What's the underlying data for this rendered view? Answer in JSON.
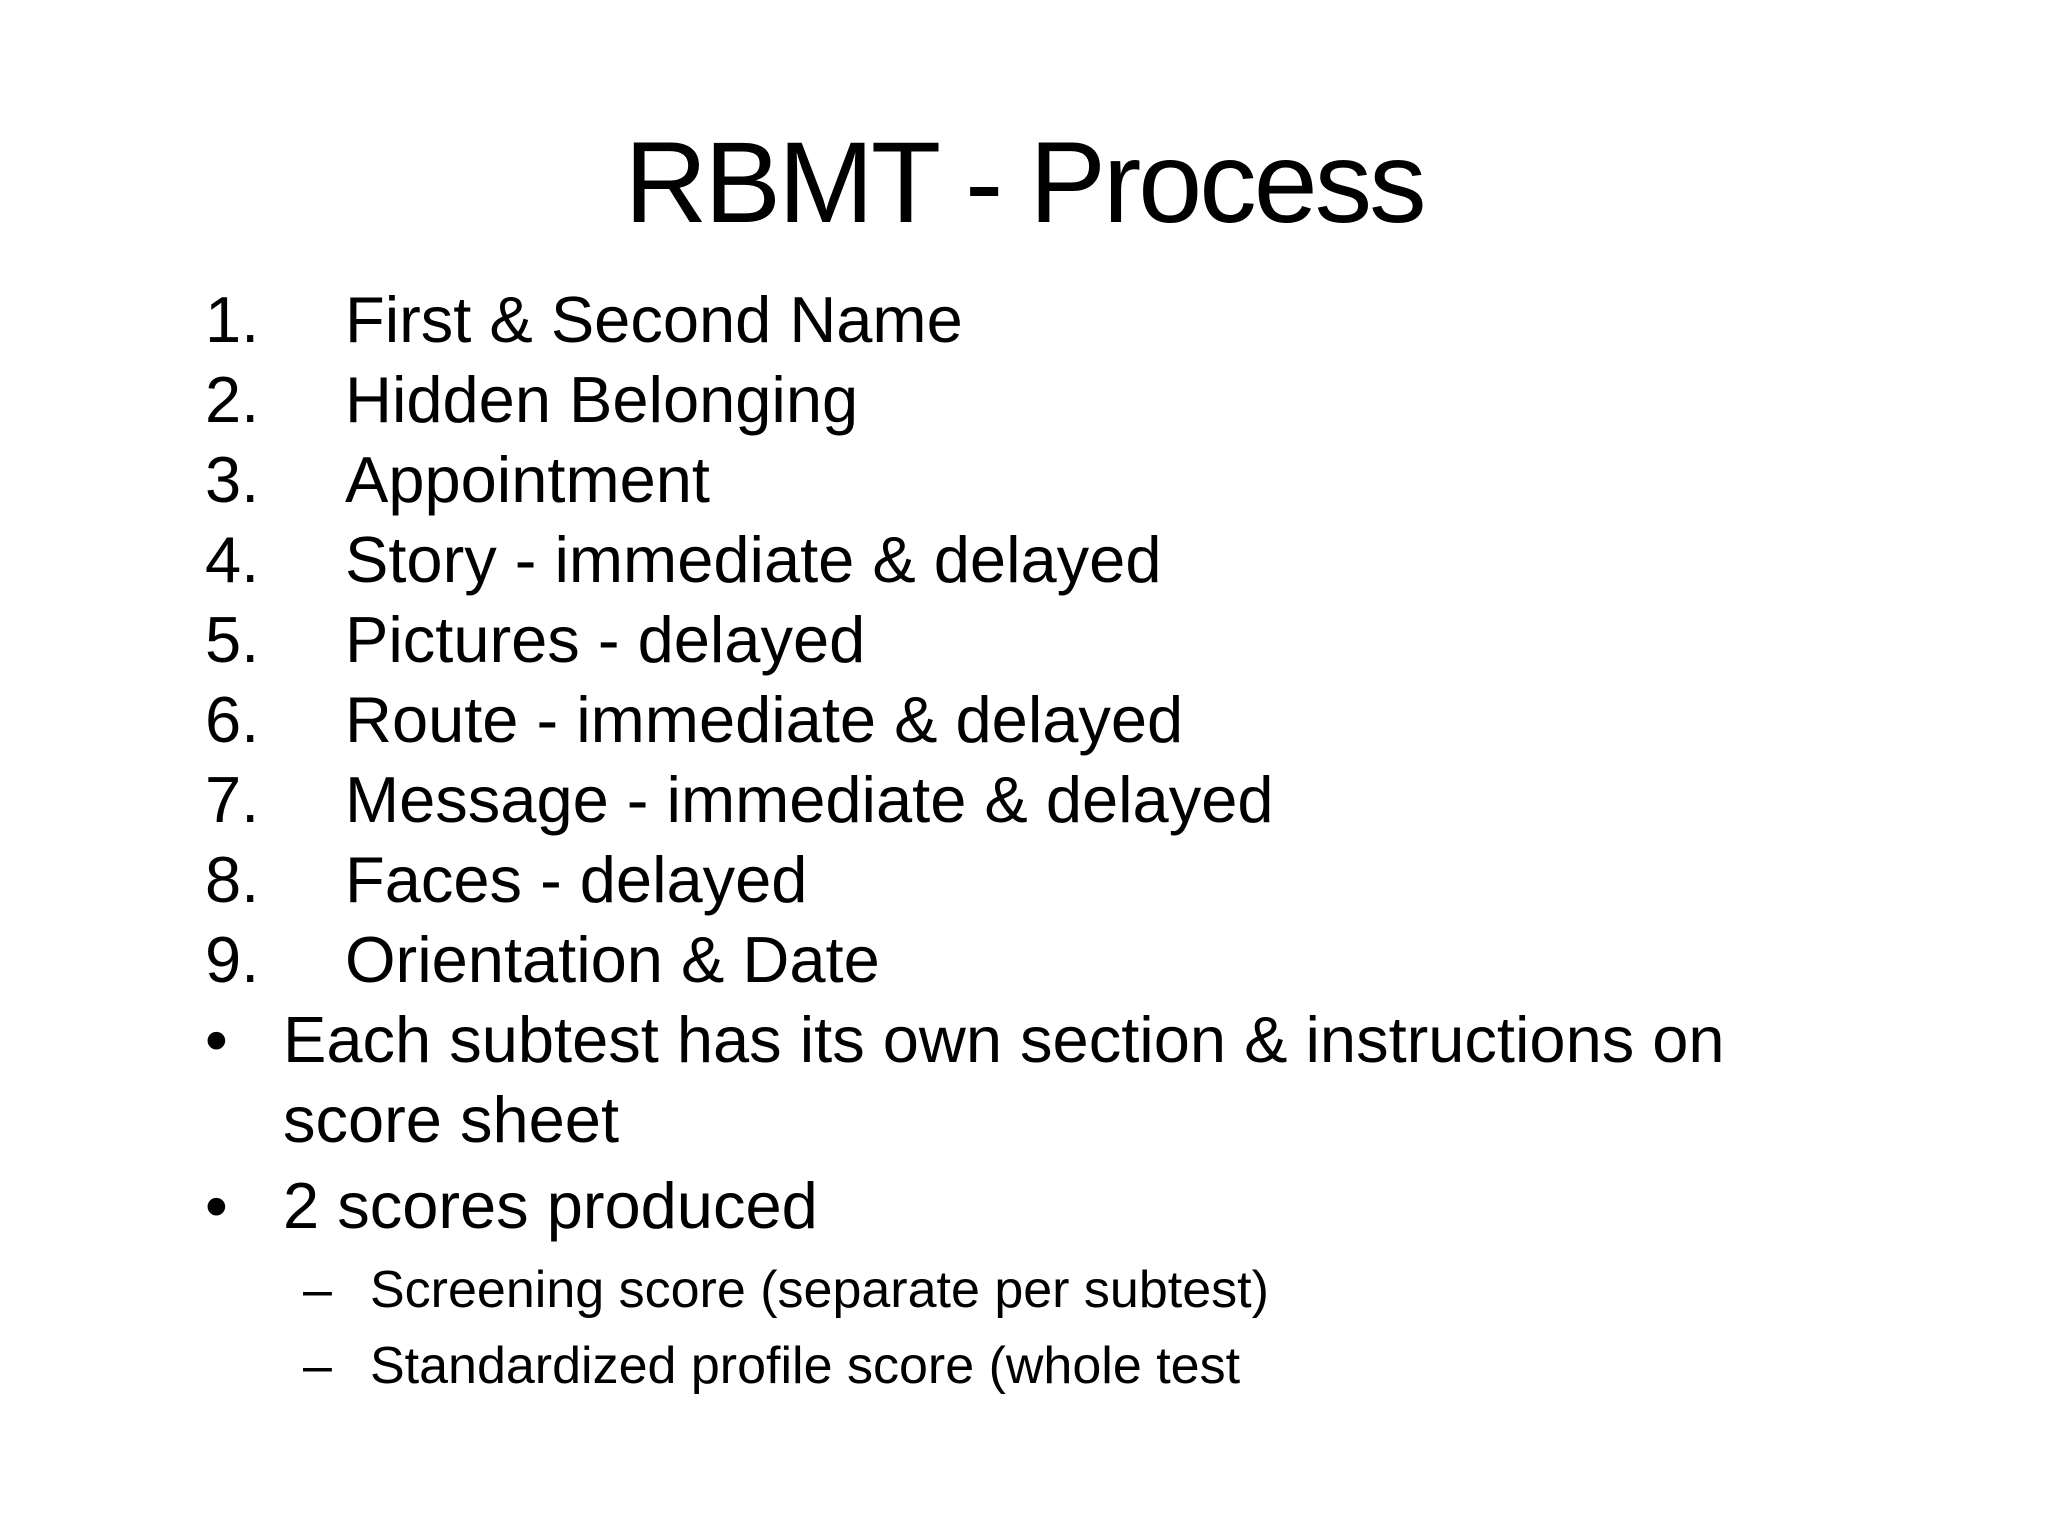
{
  "slide": {
    "title": "RBMT - Process",
    "numbered_items": [
      {
        "num": "1.",
        "text": "First & Second Name"
      },
      {
        "num": "2.",
        "text": "Hidden Belonging"
      },
      {
        "num": "3.",
        "text": "Appointment"
      },
      {
        "num": "4.",
        "text": "Story - immediate & delayed"
      },
      {
        "num": "5.",
        "text": "Pictures - delayed"
      },
      {
        "num": "6.",
        "text": "Route - immediate & delayed"
      },
      {
        "num": "7.",
        "text": "Message - immediate & delayed"
      },
      {
        "num": "8.",
        "text": "Faces - delayed"
      },
      {
        "num": "9.",
        "text": "Orientation & Date"
      }
    ],
    "bullets": [
      {
        "marker": "•",
        "text": "Each subtest has its own section & instructions on score sheet"
      },
      {
        "marker": "•",
        "text": "2 scores produced"
      }
    ],
    "sub_bullets": [
      {
        "marker": "–",
        "text": "Screening score (separate per subtest)"
      },
      {
        "marker": "–",
        "text": "Standardized profile score (whole test"
      }
    ],
    "colors": {
      "background": "#ffffff",
      "text": "#000000"
    }
  }
}
